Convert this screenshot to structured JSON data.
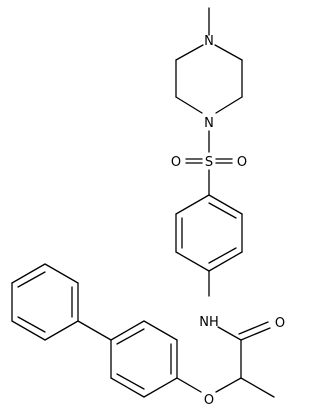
{
  "structure": {
    "atom_labels": {
      "n_methyl": "N",
      "n_sulfonyl": "N",
      "sulfur": "S",
      "oxygen_sulfonyl_left": "O",
      "oxygen_sulfonyl_right": "O",
      "amide_nh": "NH",
      "amide_oxygen": "O",
      "ether_oxygen": "O"
    }
  },
  "colors": {
    "bond": "#000000",
    "label": "#000000",
    "background": "#ffffff"
  }
}
